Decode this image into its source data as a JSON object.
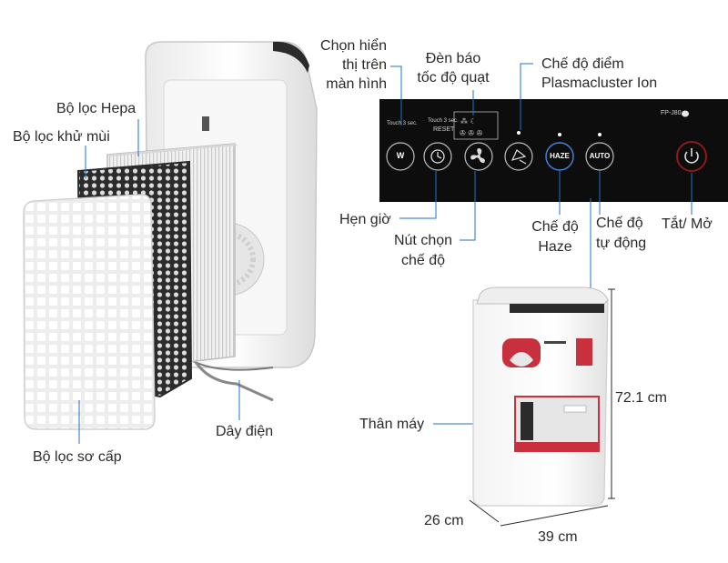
{
  "colors": {
    "background": "#ffffff",
    "control_panel": "#0d0d0d",
    "leader_line": "#1f6fd1",
    "label_text": "#2a2a2a",
    "filter_prefilter": "#f2f2f2",
    "filter_carbon": "#3a3a3a",
    "filter_hepa": "#ececec",
    "power_ring": "#8b1a1a"
  },
  "left_labels": {
    "pre_filter": "Bộ lọc sơ cấp",
    "deodorizing_filter": "Bộ lọc khử mùi",
    "hepa_filter": "Bộ lọc Hepa",
    "power_cord": "Dây điện"
  },
  "panel_labels": {
    "display_line1": "Chọn hiển",
    "display_line2": "thị trên",
    "display_line3": "màn hình",
    "fan_indicator_line1": "Đèn báo",
    "fan_indicator_line2": "tốc độ quạt",
    "plasmacluster_line1": "Chế độ điểm",
    "plasmacluster_line2": "Plasmacluster Ion",
    "timer": "Hẹn giờ",
    "mode_button_line1": "Nút chọn",
    "mode_button_line2": "chế độ",
    "haze_line1": "Chế độ",
    "haze_line2": "Haze",
    "auto_line1": "Chế độ",
    "auto_line2": "tự động",
    "power": "Tắt/ Mở"
  },
  "panel": {
    "model": "FP-J80",
    "touch_left": "Touch 3 sec.",
    "touch_right": "Touch 3 sec.",
    "reset": "RESET",
    "btn_display": "W",
    "btn_haze": "HAZE",
    "btn_auto": "AUTO"
  },
  "unit_labels": {
    "body": "Thân máy",
    "height": "72.1 cm",
    "depth": "26 cm",
    "width": "39 cm"
  },
  "icons": {
    "display": "display-toggle-icon",
    "timer": "clock-icon",
    "mode": "fan-icon",
    "plasmacluster": "ion-spray-icon",
    "power": "power-icon",
    "fan_speed": "fan-speed-indicator-icon"
  }
}
